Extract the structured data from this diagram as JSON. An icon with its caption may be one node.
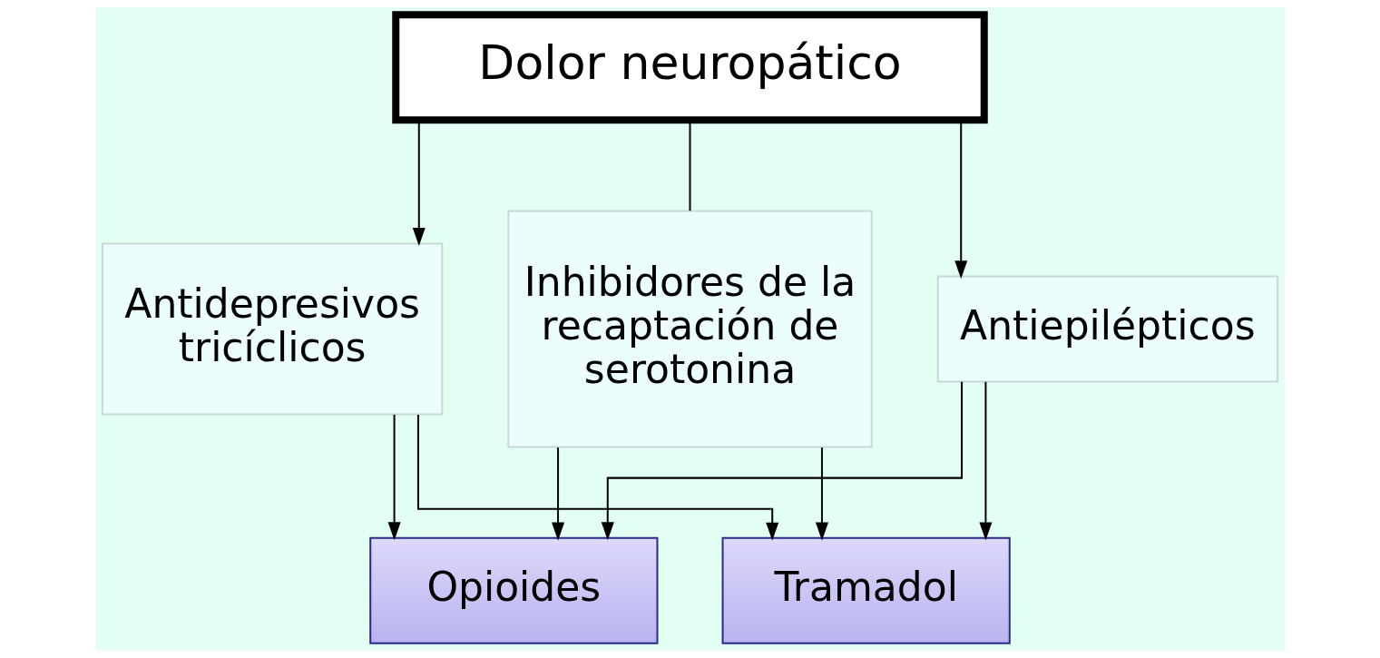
{
  "diagram": {
    "nodes": [
      {
        "text": [
          "Dolor neuropático"
        ]
      },
      {
        "text": [
          "Antidepresivos tricíclicos"
        ]
      },
      {
        "text": [
          "Inhibidores de la recaptación de serotonina"
        ]
      },
      {
        "text": [
          "Antiepilépticos"
        ]
      },
      {
        "text": [
          "Opioides"
        ]
      },
      {
        "text": [
          "Tramadol"
        ]
      }
    ],
    "edges": [
      {
        "from": 0,
        "to": 1,
        "arrow": "to"
      },
      {
        "from": 0,
        "to": 2,
        "arrow": "none"
      },
      {
        "from": 0,
        "to": 3,
        "arrow": "to"
      },
      {
        "from": 1,
        "to": 4,
        "arrow": "to"
      },
      {
        "from": 1,
        "to": 5,
        "arrow": "to"
      },
      {
        "from": 2,
        "to": 4,
        "arrow": "to"
      },
      {
        "from": 2,
        "to": 5,
        "arrow": "to"
      },
      {
        "from": 3,
        "to": 4,
        "arrow": "to"
      },
      {
        "from": 3,
        "to": 5,
        "arrow": "to"
      }
    ]
  }
}
